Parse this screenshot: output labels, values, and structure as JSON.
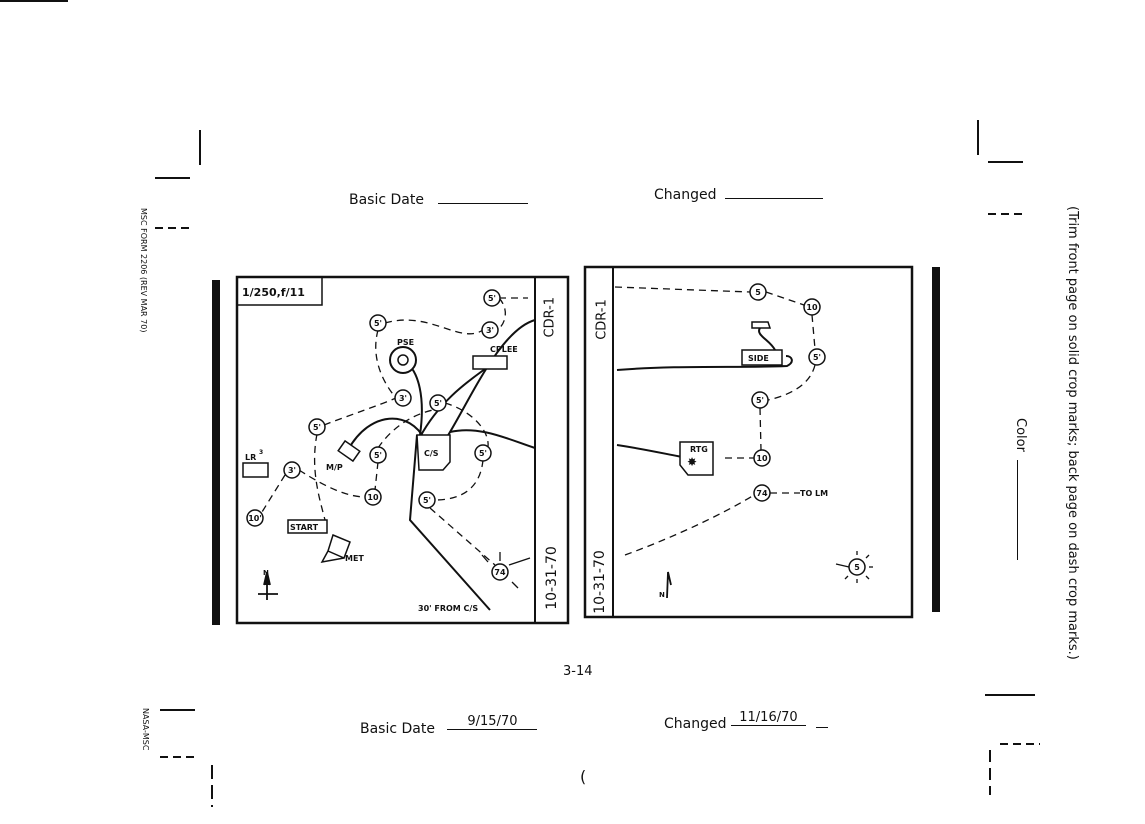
{
  "header": {
    "basic_date_label": "Basic Date",
    "basic_date_value": "",
    "changed_label": "Changed",
    "changed_value": ""
  },
  "footer": {
    "page_number": "3-14",
    "basic_date_label": "Basic Date",
    "basic_date_value": "9/15/70",
    "changed_label": "Changed",
    "changed_value": "11/16/70"
  },
  "margin": {
    "form_id": "MSC FORM 2206 (REV MAR 70)",
    "agency": "NASA-MSC",
    "trim_note": "(Trim front page on solid crop marks; back page on dash crop marks.)",
    "color_label": "Color"
  },
  "left_panel": {
    "exposure": "1/250,f/11",
    "camera": "CDR-1",
    "date": "10-31-70",
    "labels": {
      "pse": "PSE",
      "cplee": "CPLEE",
      "cs": "C/S",
      "mp": "M/P",
      "lr3": "LR",
      "lr3_sup": "3",
      "start": "START",
      "met": "MET",
      "north": "N",
      "distance": "30' FROM C/S"
    },
    "stations": [
      "5'",
      "3'",
      "5'",
      "3'",
      "5'",
      "5'",
      "5'",
      "5'",
      "3'",
      "10",
      "5'",
      "10'",
      "74"
    ]
  },
  "right_panel": {
    "camera": "CDR-1",
    "date": "10-31-70",
    "labels": {
      "side": "SIDE",
      "rtg": "RTG",
      "to_lm": "TO LM",
      "north": "N"
    },
    "stations": [
      "5",
      "10",
      "5'",
      "5'",
      "10",
      "74",
      "5"
    ]
  }
}
